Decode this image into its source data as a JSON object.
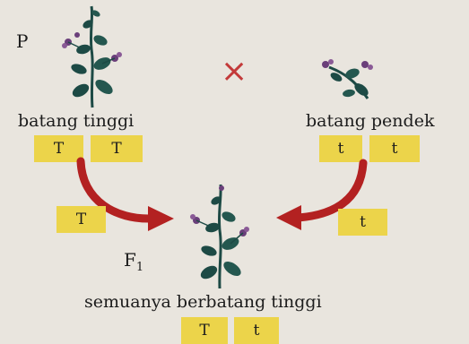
{
  "generation_labels": {
    "parent": "P",
    "f1_base": "F",
    "f1_sub": "1"
  },
  "parents": {
    "tall": {
      "label": "batang tinggi",
      "genotype": [
        "T",
        "T"
      ]
    },
    "short": {
      "label": "batang pendek",
      "genotype": [
        "t",
        "t"
      ]
    },
    "cross_symbol": "×"
  },
  "gametes": {
    "from_tall": "T",
    "from_short": "t"
  },
  "offspring": {
    "label": "semuanya berbatang tinggi",
    "genotype": [
      "T",
      "t"
    ]
  },
  "colors": {
    "gene_box": "#ecd44a",
    "arrow": "#b32121",
    "cross": "#c33a3a",
    "leaf": "#1d4a45",
    "flower": "#6a3f7a"
  },
  "icons": {
    "tall_plant": "pea-plant-tall-icon",
    "short_plant": "pea-plant-short-icon",
    "offspring_plant": "pea-plant-tall-icon",
    "arrow": "curved-arrow-icon"
  }
}
